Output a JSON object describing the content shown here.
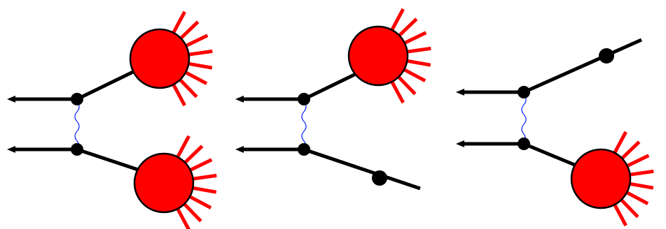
{
  "colors": {
    "blob_fill": "#ff0000",
    "ray": "#ff0000",
    "line": "#000000",
    "photon": "#1a35ff",
    "background": "#ffffff"
  },
  "diagrams": [
    {
      "id": "double-dissociation",
      "upper_final": "dissociated-blob",
      "lower_final": "dissociated-blob"
    },
    {
      "id": "single-dissociation-upper",
      "upper_final": "dissociated-blob",
      "lower_final": "intact-particle"
    },
    {
      "id": "single-dissociation-lower",
      "upper_final": "intact-particle",
      "lower_final": "dissociated-blob"
    }
  ]
}
